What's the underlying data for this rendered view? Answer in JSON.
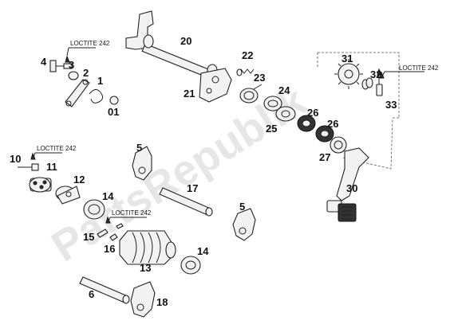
{
  "watermark": "PartsRepublik",
  "loctite_label": "LOCTITE 242",
  "labels": {
    "p01": "01",
    "p1": "1",
    "p2": "2",
    "p3": "3",
    "p4": "4",
    "p5a": "5",
    "p5b": "5",
    "p6": "6",
    "p10": "10",
    "p11": "11",
    "p12": "12",
    "p13": "13",
    "p14a": "14",
    "p14b": "14",
    "p15": "15",
    "p16": "16",
    "p17": "17",
    "p18": "18",
    "p20": "20",
    "p21": "21",
    "p22": "22",
    "p23": "23",
    "p24": "24",
    "p25": "25",
    "p26a": "26",
    "p26b": "26",
    "p27": "27",
    "p30": "30",
    "p31": "31",
    "p32": "32",
    "p33": "33"
  }
}
